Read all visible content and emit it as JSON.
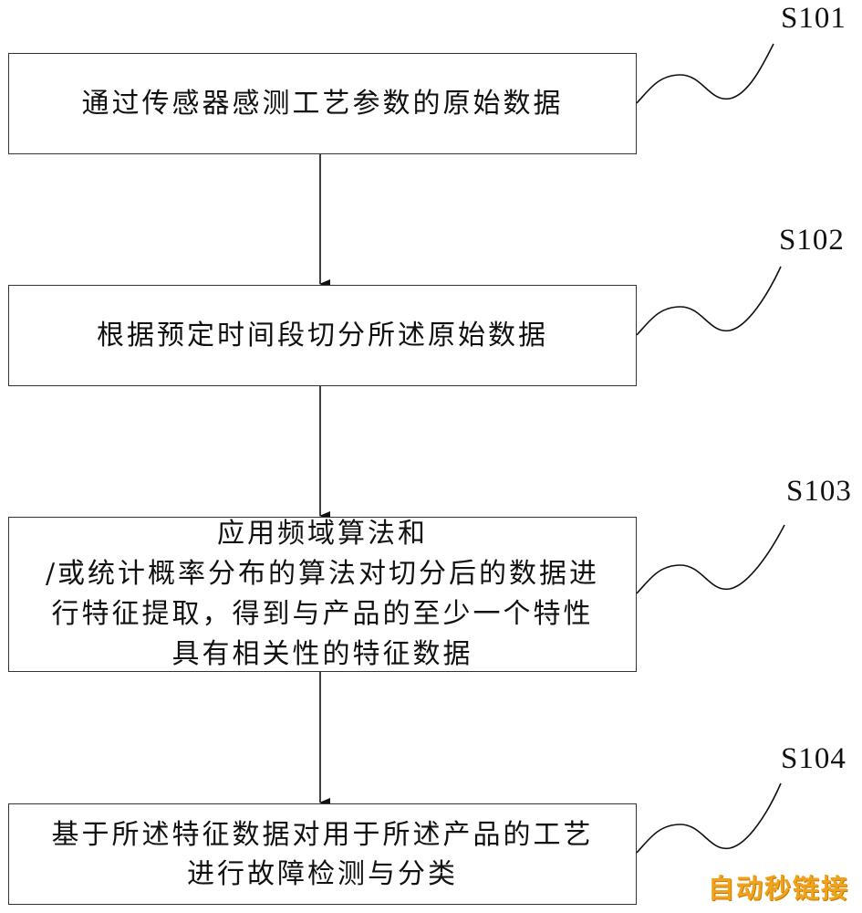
{
  "steps": [
    {
      "id": "S101",
      "text": "通过传感器感测工艺参数的原始数据"
    },
    {
      "id": "S102",
      "text": "根据预定时间段切分所述原始数据"
    },
    {
      "id": "S103",
      "lines": [
        "应用频域算法和",
        "/或统计概率分布的算法对切分后的数据进",
        "行特征提取，得到与产品的至少一个特性",
        "具有相关性的特征数据"
      ]
    },
    {
      "id": "S104",
      "lines": [
        "基于所述特征数据对用于所述产品的工艺",
        "进行故障检测与分类"
      ]
    }
  ],
  "watermark": "自动秒链接"
}
